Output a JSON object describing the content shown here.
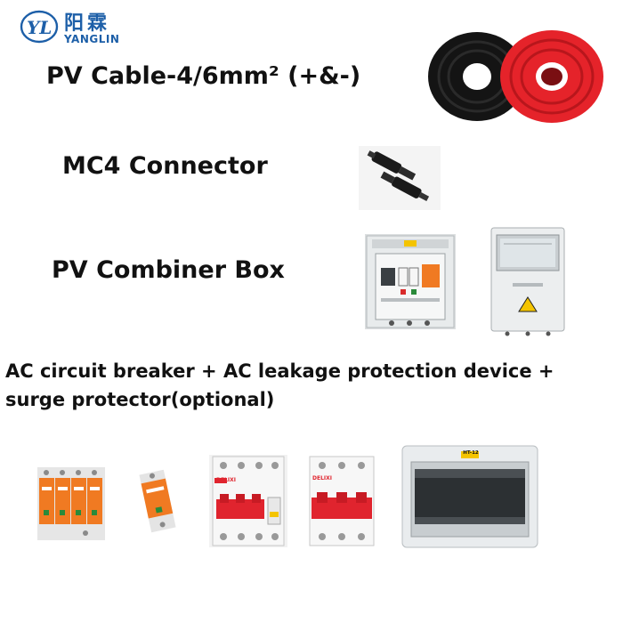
{
  "brand": {
    "cn": "阳霖",
    "en": "YANGLIN",
    "mark": "YL"
  },
  "products": [
    {
      "title": "PV Cable-4/6mm² (+&-)"
    },
    {
      "title": "MC4 Connector"
    },
    {
      "title": "PV Combiner Box"
    },
    {
      "title": "AC circuit breaker + AC leakage protection device + surge protector(optional)"
    }
  ],
  "images": {
    "cables": "pv-cable-coils-black-red",
    "connector": "mc4-connector-pair",
    "combiner_open": "combiner-box-open",
    "combiner_closed": "combiner-box-closed",
    "spd_4pole": "surge-protector-4-pole",
    "spd_1pole": "surge-protector-1-pole",
    "rcbo": "leakage-breaker-4p",
    "mcb": "circuit-breaker-3p",
    "enclosure": "distribution-enclosure"
  },
  "labels": {
    "enclosure_tag": "HT-12",
    "brand_breaker": "DELIXI"
  },
  "colors": {
    "brand": "#1d5fa8",
    "cable_red": "#e5232a",
    "cable_black": "#111111",
    "spd_orange": "#f07a22",
    "breaker_red": "#e0242e"
  }
}
